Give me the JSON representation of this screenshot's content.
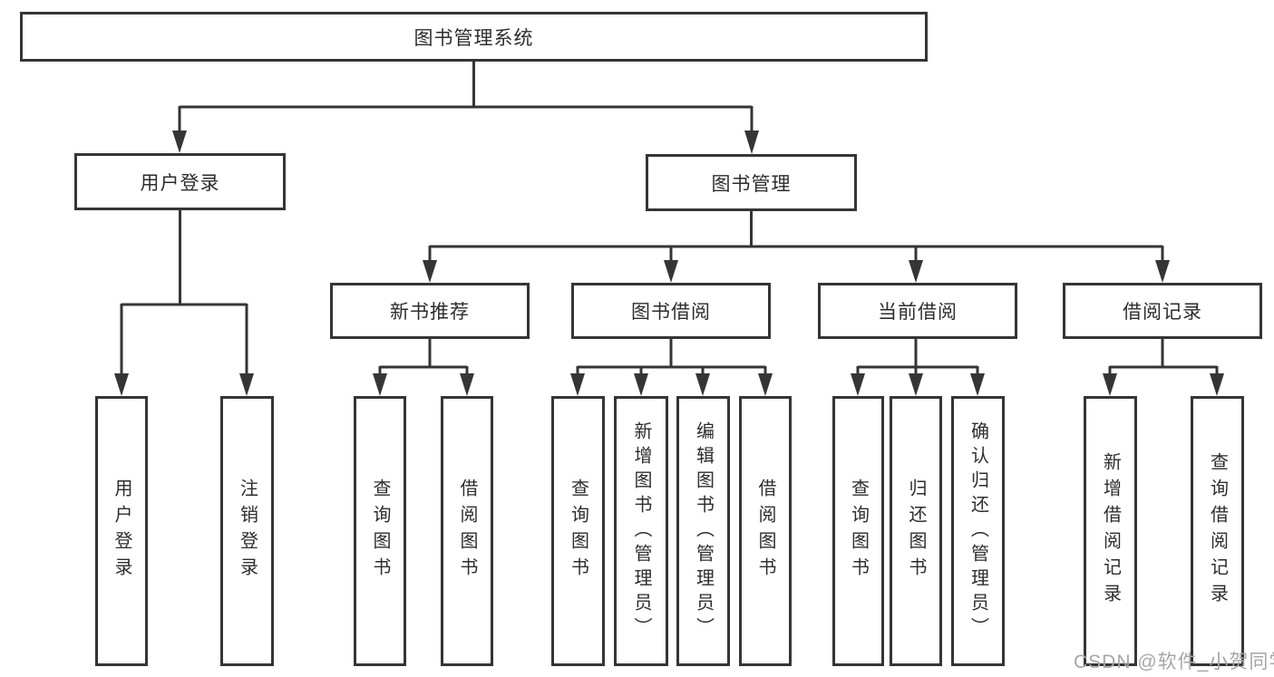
{
  "diagram_title": "图书管理系统",
  "tree": {
    "root": {
      "label": "图书管理系统"
    },
    "branches": [
      {
        "label": "用户登录",
        "children": [
          {
            "label": "用户登录"
          },
          {
            "label": "注销登录"
          }
        ]
      },
      {
        "label": "图书管理",
        "children": [
          {
            "label": "新书推荐",
            "children": [
              {
                "label": "查询图书"
              },
              {
                "label": "借阅图书"
              }
            ]
          },
          {
            "label": "图书借阅",
            "children": [
              {
                "label": "查询图书"
              },
              {
                "label": "新增图书（管理员）"
              },
              {
                "label": "编辑图书（管理员）"
              },
              {
                "label": "借阅图书"
              }
            ]
          },
          {
            "label": "当前借阅",
            "children": [
              {
                "label": "查询图书"
              },
              {
                "label": "归还图书"
              },
              {
                "label": "确认归还（管理员）"
              }
            ]
          },
          {
            "label": "借阅记录",
            "children": [
              {
                "label": "新增借阅记录"
              },
              {
                "label": "查询借阅记录"
              }
            ]
          }
        ]
      }
    ]
  },
  "watermark": {
    "text": "CSDN @软件_小贺同学"
  },
  "colors": {
    "line": "#353535",
    "box_border": "#353535",
    "text": "#2d2d2d",
    "watermark": "#a6a6a6",
    "background": "#ffffff"
  }
}
